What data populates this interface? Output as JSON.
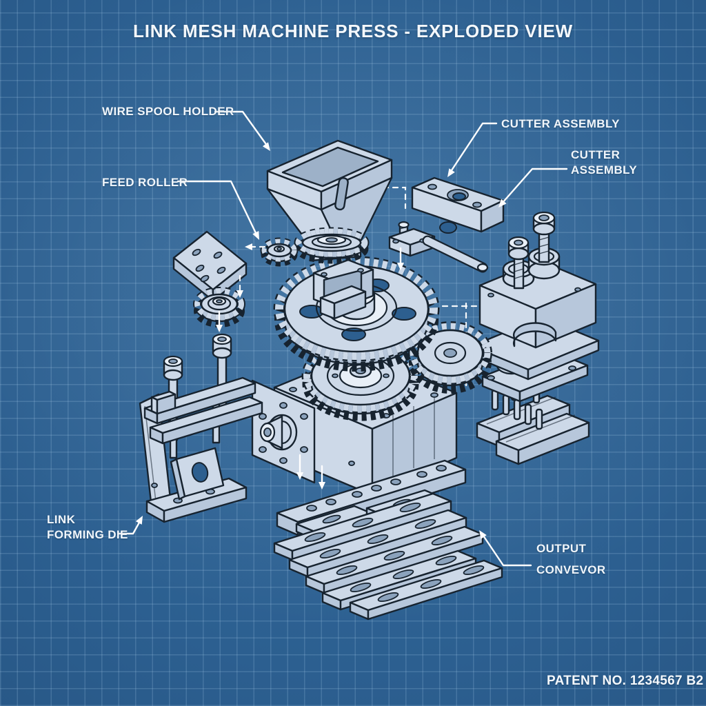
{
  "meta": {
    "title": "LINK MESH MACHINE PRESS - EXPLODED VIEW",
    "patent": "PATENT NO. 1234567 B2"
  },
  "labels": {
    "wire_spool_holder": "WIRE SPOOL HOLDER",
    "feed_roller": "FEED ROLLER",
    "cutter_assembly_1": "CUTTER ASSEMBLY",
    "cutter_assembly_2_line1": "CUTTER",
    "cutter_assembly_2_line2": "ASSEMBLY",
    "link_forming_die_line1": "LINK",
    "link_forming_die_line2": "FORMING DIE",
    "output_conveyor_line1": "OUTPUT",
    "output_conveyor_line2": "CONVEVOR"
  },
  "colors": {
    "background": "#2a5b8b",
    "grid_line": "#4f80af",
    "part_fill": "#cdd9e8",
    "part_shade": "#b7c7db",
    "outline": "#17232f",
    "annotation": "#ffffff",
    "label_text": "#f1f6fb"
  }
}
